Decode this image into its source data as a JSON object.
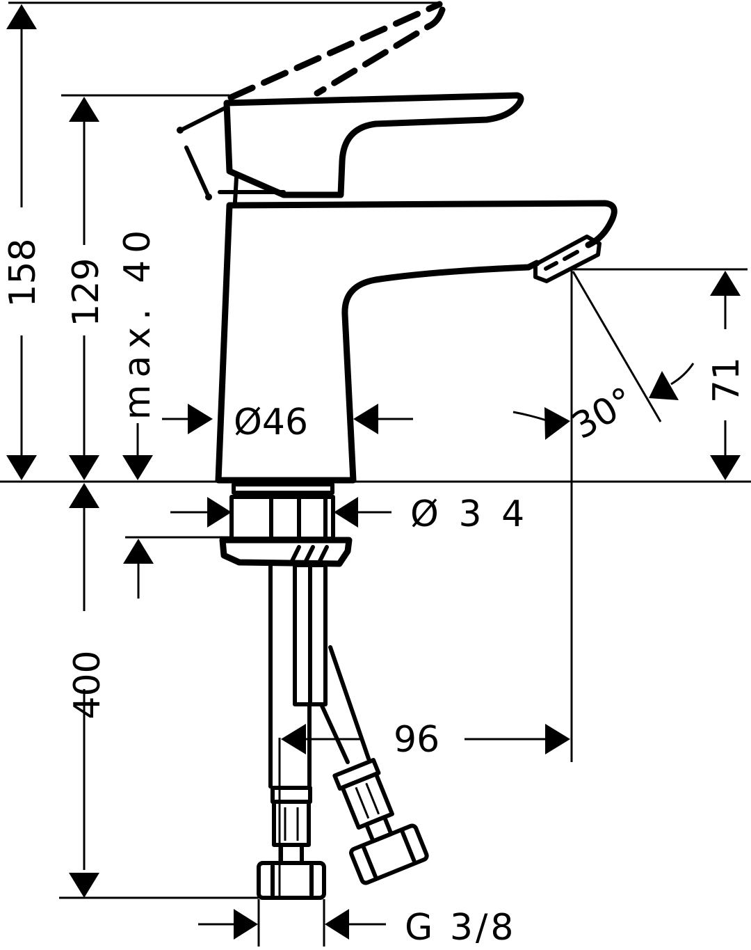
{
  "diagram": {
    "subject": "Single-lever basin mixer tap — dimensional drawing",
    "units": "mm",
    "colors": {
      "line": "#000000",
      "background": "#ffffff"
    },
    "dimensions": {
      "total_height": "158",
      "handle_height": "129",
      "max_deck_thickness": "max. 40",
      "body_diameter": "Ø46",
      "base_diameter": "Ø 3 4",
      "spout_height": "71",
      "spray_angle": "30°",
      "spout_projection": "96",
      "hose_length": "400",
      "connection_thread": "G 3/8"
    }
  }
}
